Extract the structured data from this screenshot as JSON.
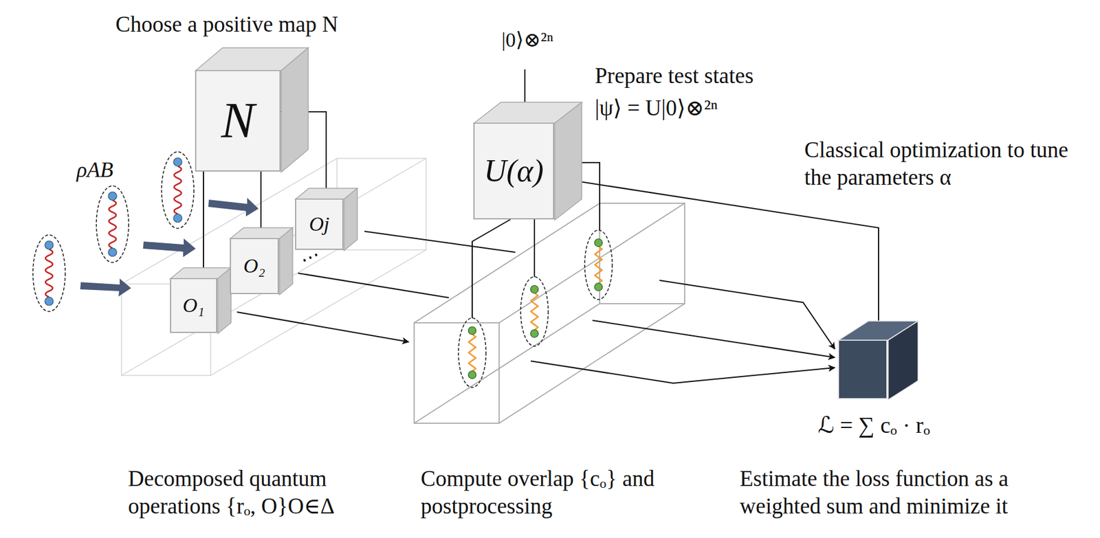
{
  "diagram": {
    "nodes": [
      {
        "text": [
          "N"
        ]
      },
      {
        "text": [
          "O₁"
        ]
      },
      {
        "text": [
          "O₂"
        ]
      },
      {
        "text": [
          "Oj"
        ]
      },
      {
        "text": [
          "U(α)"
        ]
      },
      {
        "text": [
          "ℒ = ∑ cₒ · rₒ"
        ]
      }
    ],
    "edges": [
      {
        "from": 0,
        "to": 1,
        "arrow": "none"
      },
      {
        "from": 0,
        "to": 2,
        "arrow": "none"
      },
      {
        "from": 0,
        "to": 3,
        "arrow": "none"
      },
      {
        "from": 5,
        "to": 4,
        "arrow": "to"
      }
    ],
    "labels": [
      "Choose a positive map N",
      "ρAB",
      "⋯",
      "|0⟩⊗²ⁿ",
      "Prepare test states",
      "|ψ⟩ = U|0⟩⊗²ⁿ",
      "Classical optimization to tune the parameters α",
      "Decomposed quantum operations {rₒ, O}O∈Δ",
      "Compute overlap {cₒ} and postprocessing",
      "Estimate the loss function as a weighted sum and minimize it"
    ]
  }
}
